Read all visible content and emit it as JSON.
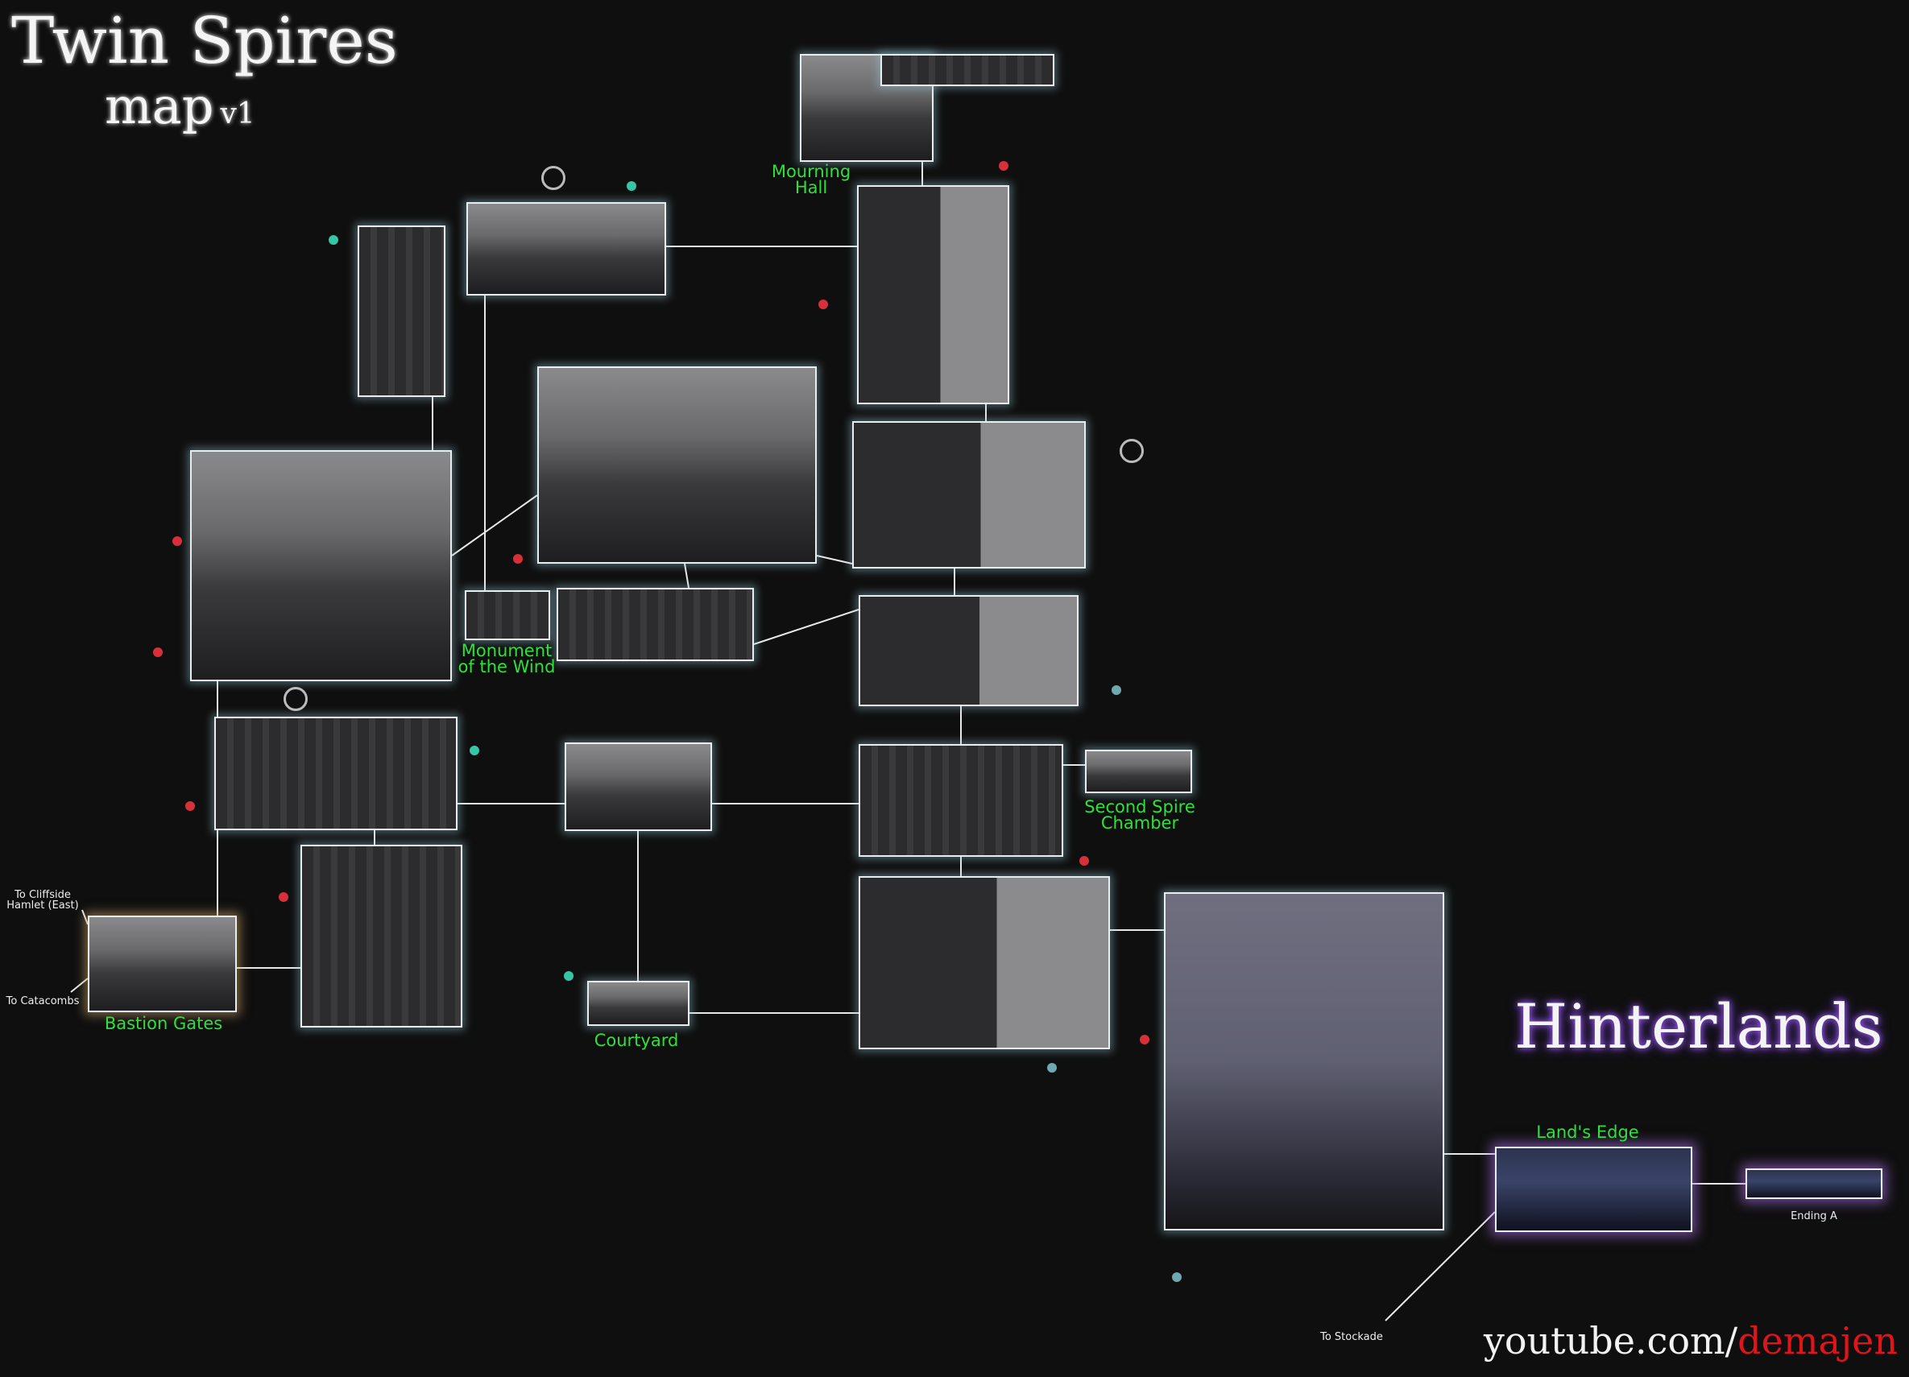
{
  "title": {
    "main": "Twin Spires",
    "sub": "map",
    "version": "v1"
  },
  "region_title": "Hinterlands",
  "areas": {
    "mourning_hall": "Mourning\nHall",
    "monument": "Monument\nof the Wind",
    "second_spire": "Second Spire\nChamber",
    "bastion_gates": "Bastion Gates",
    "courtyard": "Courtyard",
    "lands_edge": "Land's Edge"
  },
  "exits": {
    "cliffside": "To Cliffside\nHamlet (East)",
    "catacombs": "To Catacombs",
    "stockade": "To Stockade",
    "ending": "Ending A"
  },
  "watermark": {
    "prefix": "youtube.com/",
    "channel": "demajen"
  },
  "colors": {
    "label": "#2fe03a",
    "channel": "#e0141a",
    "glow": "#96c8d7",
    "region_glow": "#a060ff"
  }
}
